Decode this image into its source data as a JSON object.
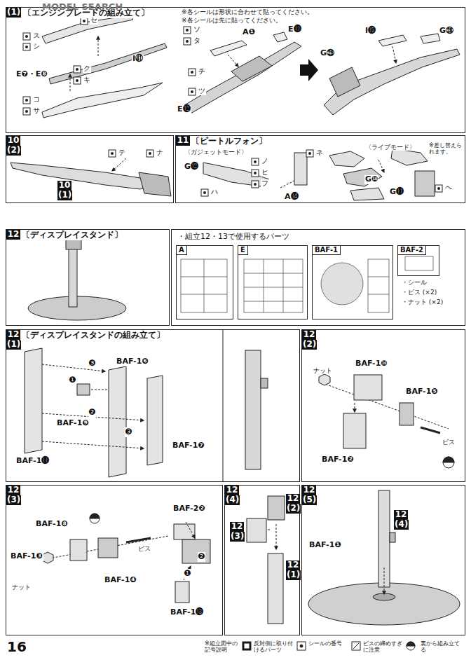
{
  "diagram": {
    "nodes": [
      {
        "text": [
          "(1)",
          "〔エンジンブレードの組み立て〕",
          "※各シールは形状に合わせて貼ってください。",
          "※各シールは先に貼ってください。"
        ]
      },
      {
        "text": [
          "10",
          "(2)"
        ]
      },
      {
        "text": [
          "11",
          "〔ビートルフォン〕"
        ]
      },
      {
        "text": [
          "12",
          "〔ディスプレイスタンド〕"
        ]
      },
      {
        "text": [
          "・組立12・13で使用するパーツ"
        ]
      },
      {
        "text": [
          "A"
        ],
        "in": 4
      },
      {
        "text": [
          "E"
        ],
        "in": 4
      },
      {
        "text": [
          "BAF-1"
        ],
        "in": 4
      },
      {
        "text": [
          "BAF-2"
        ],
        "in": 4
      },
      {
        "text": [
          "12",
          "(1)",
          "〔ディスプレイスタンドの組み立て〕"
        ]
      },
      {
        "text": [
          "12",
          "(2)"
        ]
      },
      {
        "text": [
          "12",
          "(3)"
        ]
      },
      {
        "text": [
          "12",
          "(4)"
        ]
      },
      {
        "text": [
          "12",
          "(5)"
        ]
      }
    ],
    "labels": [
      "MODEL SEARCH",
      "セ",
      "ス",
      "シ",
      "E❼・E❽",
      "I㊶",
      "ク",
      "キ",
      "コ",
      "サ",
      "ソ",
      "タ",
      "A❶",
      "E⓫",
      "チ",
      "ツ",
      "E⓬",
      "I⓯",
      "G㉘",
      "G㉙",
      "テ",
      "ナ",
      "10",
      "(1)",
      "〈ガジェットモード〉",
      "〈ライブモード〉",
      "※差し替えられます。",
      "G⓬",
      "A⓮",
      "G❿",
      "G⓫",
      "ネ",
      "ノ",
      "ヒ",
      "フ",
      "ハ",
      "ヘ",
      "・シール",
      "・ビス (×2)",
      "・ナット (×2)",
      "BAF-1❻",
      "BAF-1❾",
      "BAF-1⓫",
      "BAF-1❼",
      "❸",
      "❶",
      "❷",
      "❸",
      "ナット",
      "BAF-1❿",
      "BAF-1❺",
      "ビス",
      "BAF-1❷",
      "BAF-1❽",
      "BAF-2❷",
      "BAF-1❸",
      "ビス",
      "ナット",
      "BAF-1❹",
      "BAF-1⓭",
      "❶",
      "❷",
      "12",
      "(3)",
      "12",
      "(2)",
      "12",
      "(1)",
      "12",
      "(4)",
      "BAF-1❶",
      "16",
      "※組立図中の記号説明"
    ],
    "legend": [
      {
        "text": "反対側に取り付けるパーツ"
      },
      {
        "text": "シールの番号"
      },
      {
        "text": "ビスの締めすぎに注意"
      },
      {
        "text": "裏から組み立てる"
      }
    ]
  }
}
